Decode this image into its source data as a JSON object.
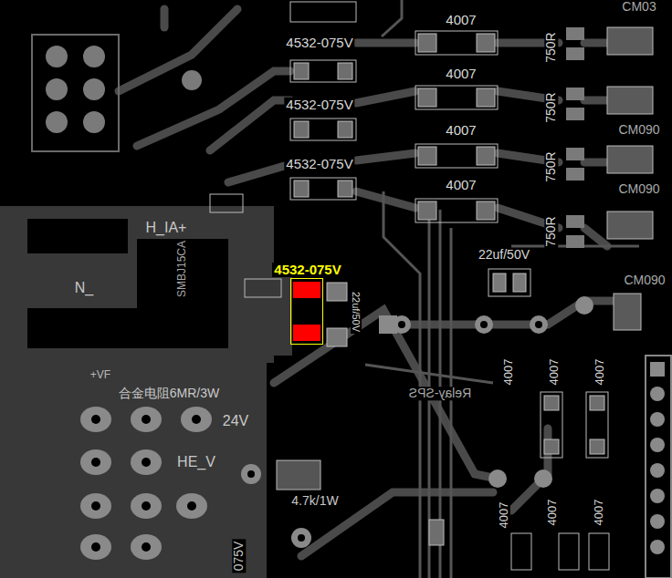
{
  "diagram": {
    "nodes": [
      {
        "text": [
          "4532-075V"
        ]
      }
    ],
    "labels": [
      "CM03",
      "4007",
      "4532-075V",
      "4007",
      "4532-075V",
      "4007",
      "4532-075V",
      "4007",
      "750R",
      "750R",
      "750R",
      "750R",
      "CM090",
      "CM090",
      "CM090",
      "H_IA+",
      "N_",
      "SMBJ15CA",
      "22uf/50V",
      "22uf/50V",
      "+VF",
      "合金电阻6MR/3W",
      "24V",
      "HE_V",
      "4.7k/1W",
      "Relay-SPS",
      "4007",
      "4007",
      "4007",
      "4007",
      "4007",
      "4007",
      "075V"
    ]
  }
}
